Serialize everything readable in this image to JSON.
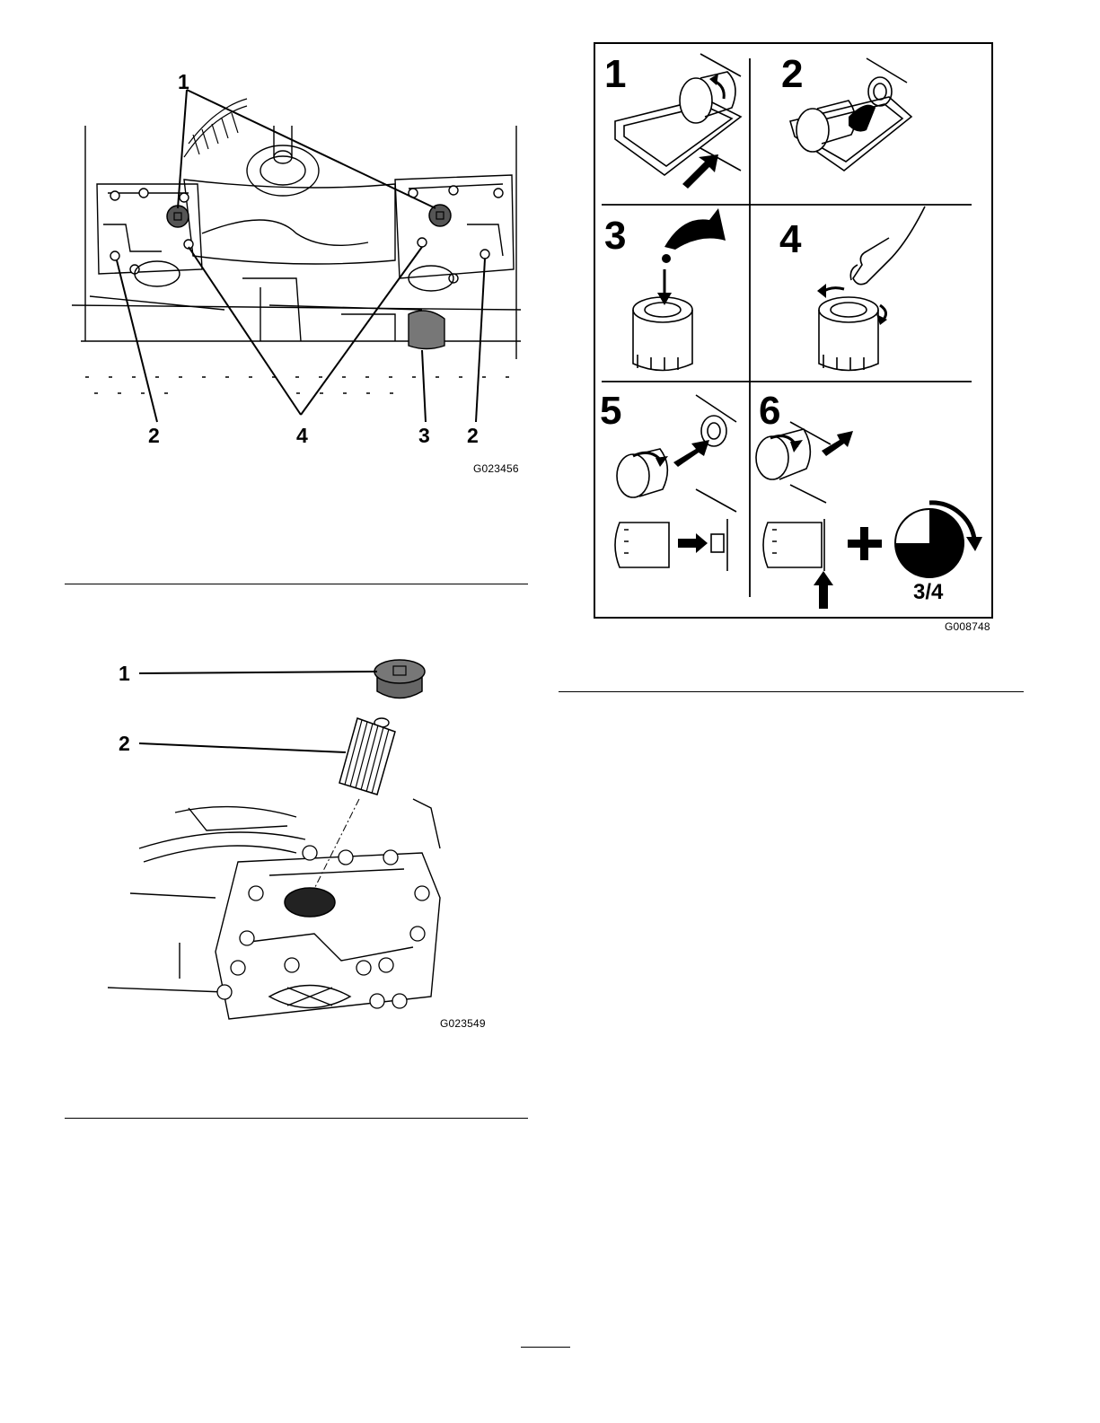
{
  "figure_top": {
    "code": "G023456",
    "callouts": [
      {
        "label": "1"
      },
      {
        "label": "2"
      },
      {
        "label": "4"
      },
      {
        "label": "3"
      },
      {
        "label": "2"
      }
    ]
  },
  "figure_filter": {
    "code": "G023549",
    "callouts": [
      {
        "label": "1"
      },
      {
        "label": "2"
      }
    ]
  },
  "figure_steps": {
    "code": "G008748",
    "panels": [
      {
        "number": "1"
      },
      {
        "number": "2"
      },
      {
        "number": "3"
      },
      {
        "number": "4"
      },
      {
        "number": "5"
      },
      {
        "number": "6"
      }
    ],
    "fraction": "3/4"
  }
}
